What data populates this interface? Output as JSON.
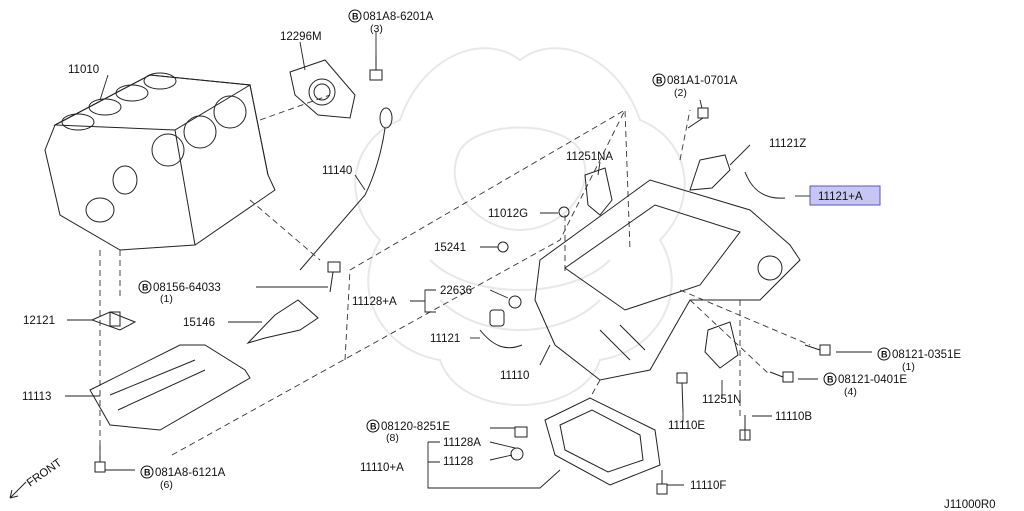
{
  "callouts": {
    "p11010": "11010",
    "p12296m": "12296M",
    "b081a8_6201a": "081A8-6201A",
    "q081a8_6201a": "(3)",
    "b081a1_0701a": "081A1-0701A",
    "q081a1_0701a": "(2)",
    "p11121z": "11121Z",
    "p11251na": "11251NA",
    "p11140": "11140",
    "p11121a": "11121+A",
    "p11012g": "11012G",
    "p15241": "15241",
    "b08156_64033": "08156-64033",
    "q08156_64033": "(1)",
    "p11128a": "11128+A",
    "p22636": "22636",
    "p12121": "12121",
    "p15146": "15146",
    "p11121": "11121",
    "b08121_0351e": "08121-0351E",
    "q08121_0351e": "(1)",
    "b08121_0401e": "08121-0401E",
    "q08121_0401e": "(4)",
    "p11110": "11110",
    "p11113": "11113",
    "p11251n": "11251N",
    "p11110b": "11110B",
    "b08120_8251e": "08120-8251E",
    "q08120_8251e": "(8)",
    "p11110e": "11110E",
    "p11128a2": "11128A",
    "p11110a": "11110+A",
    "p11128": "11128",
    "b081a8_6121a": "081A8-6121A",
    "q081a8_6121a": "(6)",
    "p11110f": "11110F",
    "front": "FRONT",
    "drawing_code": "J11000R0"
  },
  "bolt_symbol": "B",
  "highlight_color": "#c7c5f3"
}
